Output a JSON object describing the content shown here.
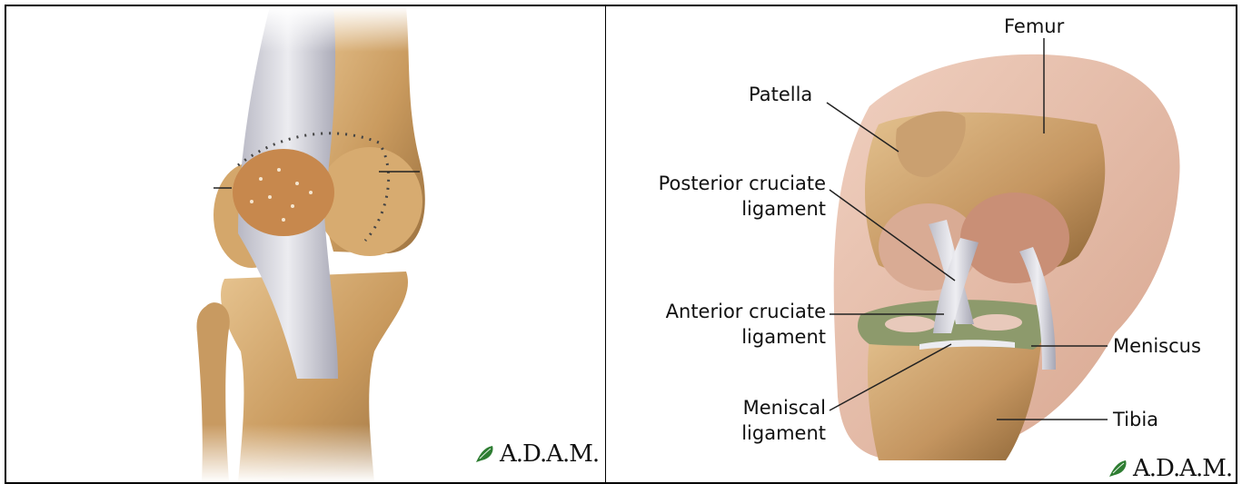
{
  "labels": {
    "femur": "Femur",
    "patella": "Patella",
    "posterior_cruciate": "Posterior cruciate\nligament",
    "anterior_cruciate": "Anterior cruciate\nligament",
    "meniscus": "Meniscus",
    "meniscal_ligament": "Meniscal\nligament",
    "tibia": "Tibia"
  },
  "logo": {
    "left_text": "A.D.A.M.",
    "right_text": "A.D.A.M."
  },
  "colors": {
    "bone": "#c99a5e",
    "bone_light": "#e4c08c",
    "bone_dark": "#8a6336",
    "ligament": "#d6d6dc",
    "cartilage": "#c79a6e",
    "skin": "#e8bfa9",
    "meniscus": "#8d9a6c",
    "logo_green": "#2e7d32"
  }
}
